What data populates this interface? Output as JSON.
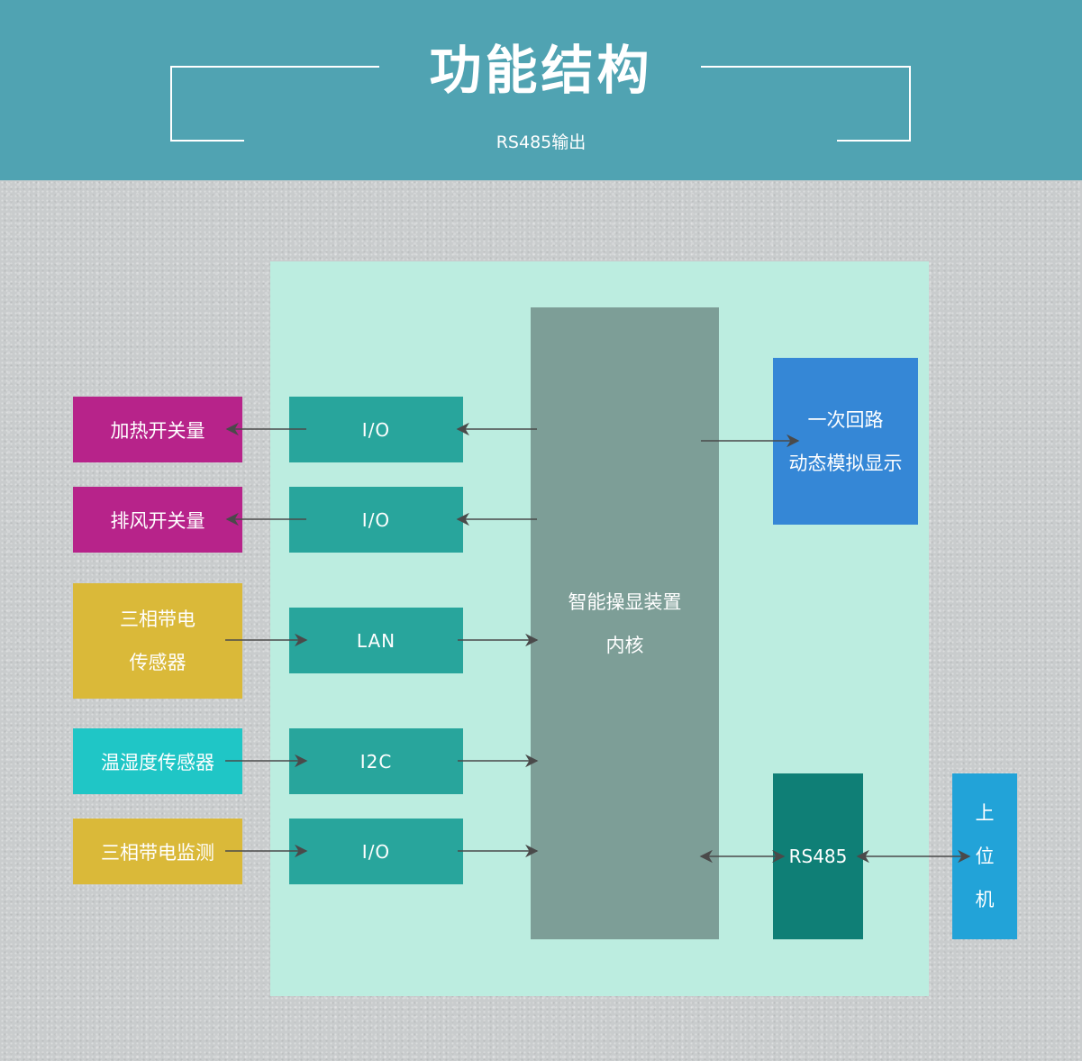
{
  "header": {
    "title": "功能结构",
    "subtitle": "RS485输出"
  },
  "core": {
    "line1": "智能操显装置",
    "line2": "内核"
  },
  "left_devices": [
    {
      "label": "加热开关量"
    },
    {
      "label": "排风开关量"
    },
    {
      "line1": "三相带电",
      "line2": "传感器"
    },
    {
      "label": "温湿度传感器"
    },
    {
      "label": "三相带电监测"
    }
  ],
  "interfaces": [
    "I/O",
    "I/O",
    "LAN",
    "I2C",
    "I/O"
  ],
  "display": {
    "line1": "一次回路",
    "line2": "动态模拟显示"
  },
  "rs485": "RS485",
  "host": {
    "c1": "上",
    "c2": "位",
    "c3": "机"
  },
  "colors": {
    "header": "#50a3b2",
    "panel": "#bcede0",
    "core": "#7d9e97",
    "interface": "#28a59c",
    "magenta": "#b7238a",
    "yellow": "#dab939",
    "cyan": "#1fc6c6",
    "display": "#3587d6",
    "rs485": "#0f7f76",
    "host": "#22a3d8",
    "arrow": "#4a4a4a"
  }
}
